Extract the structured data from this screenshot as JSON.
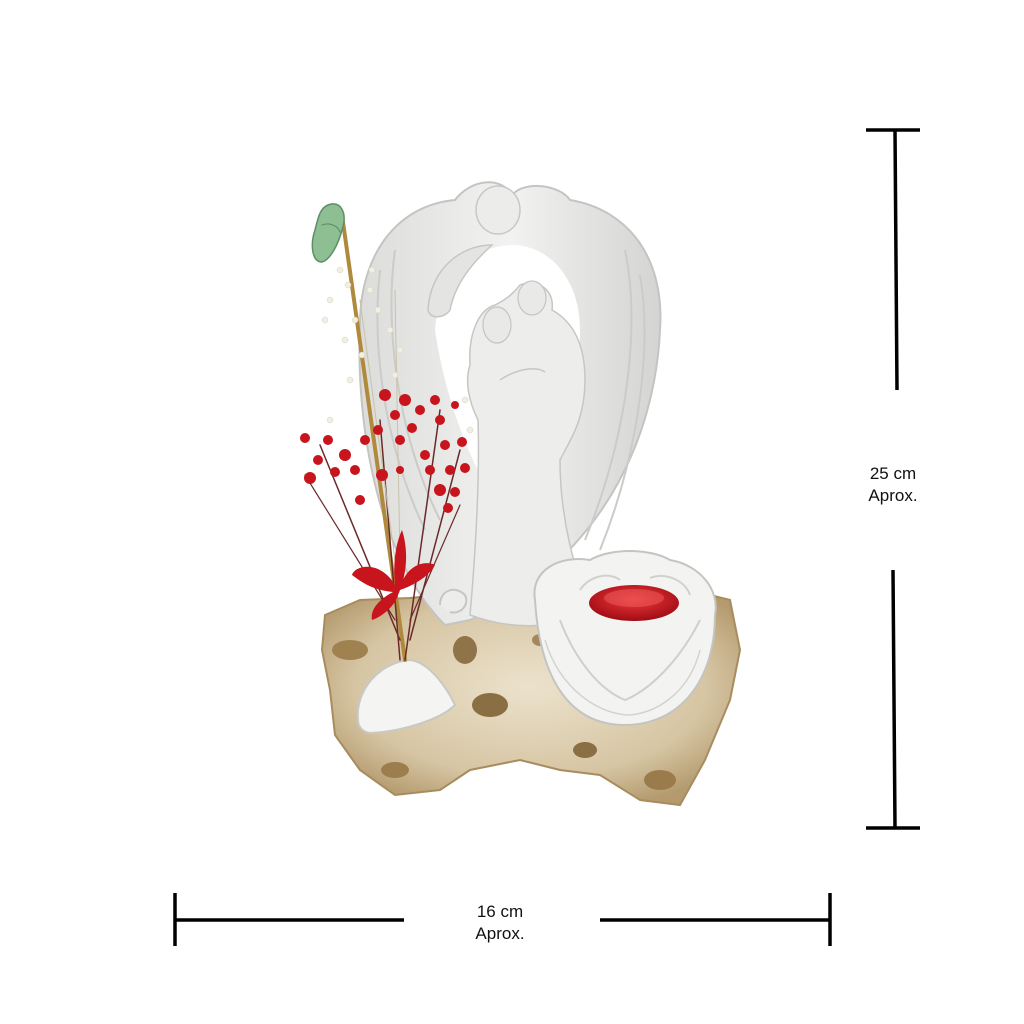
{
  "dimensions": {
    "height": {
      "value": "25 cm",
      "note": "Aprox."
    },
    "width": {
      "value": "16 cm",
      "note": "Aprox."
    }
  },
  "colors": {
    "background": "#ffffff",
    "figure": "#ebebea",
    "figure_shade": "#cfcfcc",
    "stone": "#d8c8a8",
    "flowers": "#c8141c",
    "candle": "#d41622",
    "dimension_lines": "#000000"
  }
}
